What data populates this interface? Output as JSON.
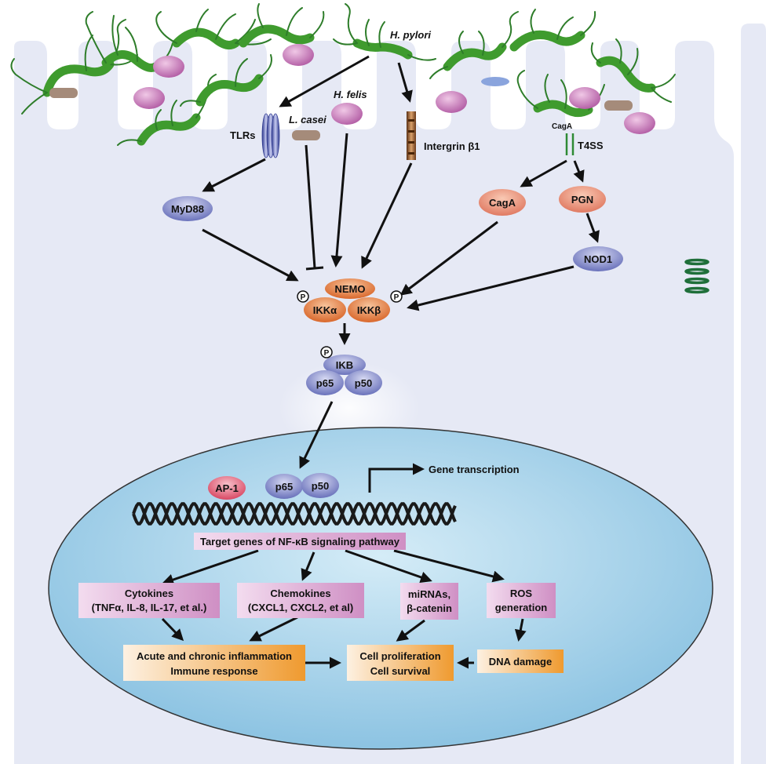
{
  "bacteria": {
    "h_pylori": "H. pylori",
    "h_felis": "H. felis",
    "l_casei": "L. casei"
  },
  "receptors": {
    "tlrs": "TLRs",
    "integrin": "Intergrin β1",
    "t4ss": "T4SS",
    "caga_tag": "CagA"
  },
  "cytoplasm": {
    "myd88": "MyD88",
    "caga": "CagA",
    "pgn": "PGN",
    "nod1": "NOD1",
    "nemo": "NEMO",
    "ikka": "IKKα",
    "ikkb": "IKKβ",
    "ikb": "IKB",
    "p65": "p65",
    "p50": "p50",
    "phospho": "P"
  },
  "nucleus": {
    "ap1": "AP-1",
    "p65": "p65",
    "p50": "p50",
    "gene_transcription": "Gene transcription",
    "target_genes": "Target genes of NF-κB signaling pathway"
  },
  "outputs": {
    "cytokines_line1": "Cytokines",
    "cytokines_line2": "(TNFα, IL-8, IL-17, et al.)",
    "chemokines_line1": "Chemokines",
    "chemokines_line2": "(CXCL1, CXCL2, et al)",
    "mirnas_line1": "miRNAs,",
    "mirnas_line2": "β-catenin",
    "ros_line1": "ROS",
    "ros_line2": "generation",
    "inflammation_line1": "Acute and chronic inflammation",
    "inflammation_line2": "Immune response",
    "proliferation_line1": "Cell proliferation",
    "proliferation_line2": "Cell survival",
    "dna_damage": "DNA damage"
  },
  "colors": {
    "cell": "#e6e9f5",
    "nucleus": "#a9d3ea",
    "bacteria_body": "#3f9b2e",
    "flagella": "#2e7d2a",
    "pink_particle": "#c77db8",
    "lcasei": "#a58b7a",
    "blue_node": "#7f86c6",
    "orange_node": "#e0783a",
    "red_node": "#e8768a",
    "purple_box": "#d9a3d0",
    "orange_box": "#f0a040"
  }
}
